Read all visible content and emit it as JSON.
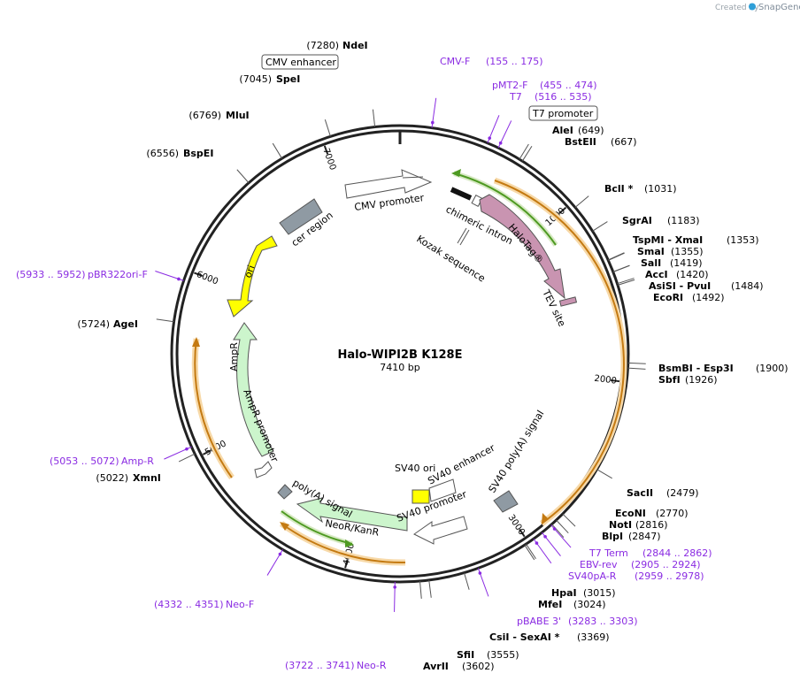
{
  "credit": {
    "prefix": "Created by",
    "brand": "SnapGene"
  },
  "plasmid": {
    "name": "Halo-WIPI2B K128E",
    "size": "7410 bp",
    "length": 7410
  },
  "ticks": [
    {
      "bp": 1000,
      "label": "1000"
    },
    {
      "bp": 2000,
      "label": "2000"
    },
    {
      "bp": 3000,
      "label": "3000"
    },
    {
      "bp": 4000,
      "label": "4000"
    },
    {
      "bp": 5000,
      "label": "5000"
    },
    {
      "bp": 6000,
      "label": "6000"
    },
    {
      "bp": 7000,
      "label": "7000"
    }
  ],
  "enzymes": [
    {
      "name": "NdeI",
      "pos": "(7280)",
      "bp": 7280,
      "side": "left"
    },
    {
      "name": "SpeI",
      "pos": "(7045)",
      "bp": 7045,
      "side": "left"
    },
    {
      "name": "MluI",
      "pos": "(6769)",
      "bp": 6769,
      "side": "left"
    },
    {
      "name": "BspEI",
      "pos": "(6556)",
      "bp": 6556,
      "side": "left"
    },
    {
      "name": "AgeI",
      "pos": "(5724)",
      "bp": 5724,
      "side": "left"
    },
    {
      "name": "XmnI",
      "pos": "(5022)",
      "bp": 5022,
      "side": "left"
    },
    {
      "name": "AleI",
      "pos": "(649)",
      "bp": 649,
      "side": "right"
    },
    {
      "name": "BstEII",
      "pos": "(667)",
      "bp": 667,
      "side": "right"
    },
    {
      "name": "BclI *",
      "pos": "(1031)",
      "bp": 1031,
      "side": "right"
    },
    {
      "name": "SgrAI",
      "pos": "(1183)",
      "bp": 1183,
      "side": "right"
    },
    {
      "name": "TspMI - XmaI",
      "pos": "(1353)",
      "bp": 1353,
      "side": "right"
    },
    {
      "name": "SmaI",
      "pos": "(1355)",
      "bp": 1355,
      "side": "right"
    },
    {
      "name": "SalI",
      "pos": "(1419)",
      "bp": 1419,
      "side": "right"
    },
    {
      "name": "AccI",
      "pos": "(1420)",
      "bp": 1420,
      "side": "right"
    },
    {
      "name": "AsiSI - PvuI",
      "pos": "(1484)",
      "bp": 1484,
      "side": "right"
    },
    {
      "name": "EcoRI",
      "pos": "(1492)",
      "bp": 1492,
      "side": "right"
    },
    {
      "name": "BsmBI - Esp3I",
      "pos": "(1900)",
      "bp": 1900,
      "side": "right"
    },
    {
      "name": "SbfI",
      "pos": "(1926)",
      "bp": 1926,
      "side": "right"
    },
    {
      "name": "SacII",
      "pos": "(2479)",
      "bp": 2479,
      "side": "right"
    },
    {
      "name": "EcoNI",
      "pos": "(2770)",
      "bp": 2770,
      "side": "right"
    },
    {
      "name": "NotI",
      "pos": "(2816)",
      "bp": 2816,
      "side": "right"
    },
    {
      "name": "BlpI",
      "pos": "(2847)",
      "bp": 2847,
      "side": "right"
    },
    {
      "name": "HpaI",
      "pos": "(3015)",
      "bp": 3015,
      "side": "right"
    },
    {
      "name": "MfeI",
      "pos": "(3024)",
      "bp": 3024,
      "side": "right"
    },
    {
      "name": "CsiI - SexAI *",
      "pos": "(3369)",
      "bp": 3369,
      "side": "right"
    },
    {
      "name": "SfiI",
      "pos": "(3555)",
      "bp": 3555,
      "side": "right"
    },
    {
      "name": "AvrII",
      "pos": "(3602)",
      "bp": 3602,
      "side": "right"
    }
  ],
  "primers": [
    {
      "name": "CMV-F",
      "range": "(155 .. 175)",
      "bp": 165
    },
    {
      "name": "pMT2-F",
      "range": "(455 .. 474)",
      "bp": 464
    },
    {
      "name": "T7",
      "range": "(516 .. 535)",
      "bp": 525
    },
    {
      "name": "pBR322ori-F",
      "range": "(5933 .. 5952)",
      "bp": 5942
    },
    {
      "name": "Amp-R",
      "range": "(5053 .. 5072)",
      "bp": 5062
    },
    {
      "name": "T7 Term",
      "range": "(2844 .. 2862)",
      "bp": 2853
    },
    {
      "name": "EBV-rev",
      "range": "(2905 .. 2924)",
      "bp": 2914
    },
    {
      "name": "SV40pA-R",
      "range": "(2959 .. 2978)",
      "bp": 2968
    },
    {
      "name": "pBABE 3'",
      "range": "(3283 .. 3303)",
      "bp": 3293
    },
    {
      "name": "Neo-F",
      "range": "(4332 .. 4351)",
      "bp": 4341
    },
    {
      "name": "Neo-R",
      "range": "(3722 .. 3741)",
      "bp": 3731
    }
  ],
  "boxed_features": [
    {
      "name": "CMV enhancer"
    },
    {
      "name": "T7 promoter"
    }
  ],
  "features": [
    {
      "name": "CMV promoter",
      "color": "#ffffff"
    },
    {
      "name": "chimeric intron",
      "color": "#ffffff"
    },
    {
      "name": "Kozak sequence",
      "color": "#ffffff"
    },
    {
      "name": "HaloTag®",
      "color": "#c994b1"
    },
    {
      "name": "TEV site",
      "color": "#c994b1"
    },
    {
      "name": "cer region",
      "color": "#8f9aa3"
    },
    {
      "name": "ori",
      "color": "#ffff00"
    },
    {
      "name": "AmpR",
      "color": "#ccf5cc"
    },
    {
      "name": "AmpR promoter",
      "color": "#ffffff"
    },
    {
      "name": "SV40 ori",
      "color": "#ffff00"
    },
    {
      "name": "SV40 enhancer",
      "color": "#ffffff"
    },
    {
      "name": "SV40 poly(A) signal",
      "color": "#8f9aa3"
    },
    {
      "name": "SV40 promoter",
      "color": "#ffffff"
    },
    {
      "name": "NeoR/KanR",
      "color": "#ccf5cc"
    },
    {
      "name": "poly(A) signal",
      "color": "#8f9aa3"
    }
  ],
  "colors": {
    "primer": "#8a2be2",
    "orf_orange": "#e8a33d",
    "orf_green": "#4e9a22",
    "backbone": "#222222"
  }
}
